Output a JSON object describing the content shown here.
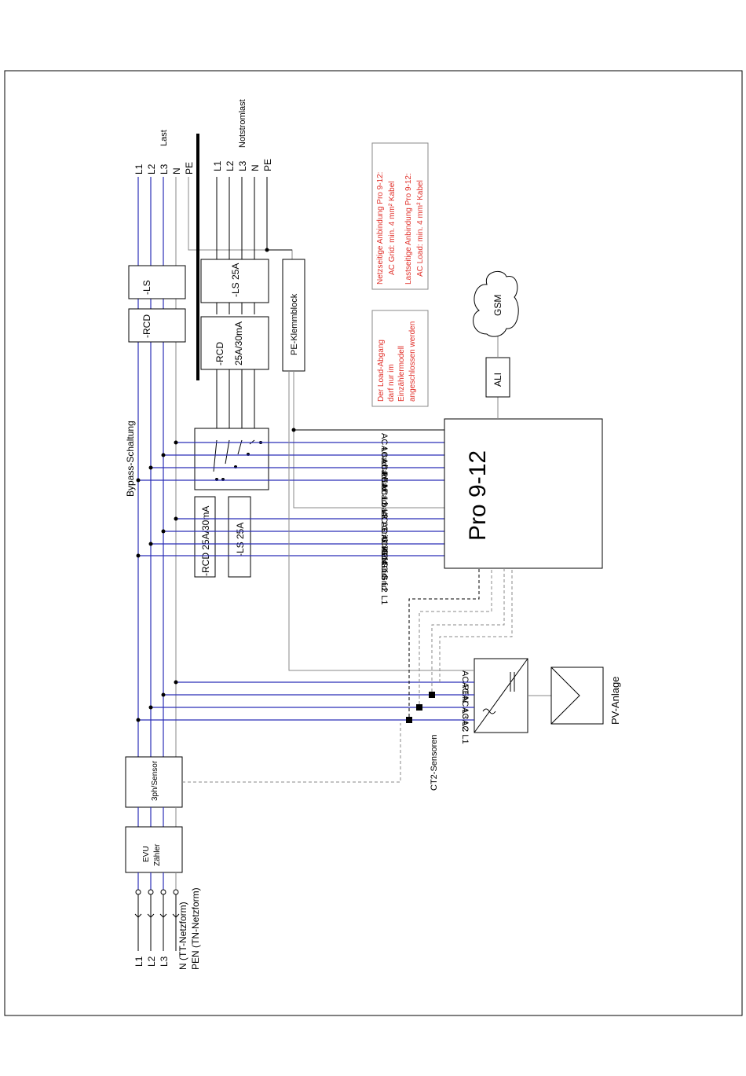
{
  "main_label": "Pro 9-12",
  "bypass_label": "Bypass-Schaltung",
  "last": {
    "title": "Last",
    "lines": [
      "L1",
      "L2",
      "L3",
      "N",
      "PE"
    ]
  },
  "notstrom": {
    "title": "Notstromlast",
    "lines": [
      "L1",
      "L2",
      "L3",
      "N",
      "PE"
    ]
  },
  "grid_inputs": [
    "L1",
    "L2",
    "L3",
    "N (TT-Netzform)",
    "PEN (TN-Netzform)"
  ],
  "boxes": {
    "ls": "-LS",
    "rcd": "-RCD",
    "ls25a_top": "-LS 25A",
    "rcd_top_1": "-RCD",
    "rcd_top_2": "25A/30mA",
    "pe_klemmblock": "PE-Klemmblock",
    "rcd_grid": "-RCD 25A/30mA",
    "ls25a_grid": "-LS 25A",
    "sensor": "3ph/Sensor",
    "evu_1": "EVU",
    "evu_2": "Zähler",
    "ali": "ALI",
    "gsm": "GSM"
  },
  "ac_load": [
    "AC Load: PE",
    "AC Load: N",
    "AC Load: L3",
    "AC Load: L2",
    "AC Load: L1"
  ],
  "ac_grid": [
    "AC Grid: PE",
    "AC Grid: N",
    "AC Grid: L3",
    "AC Grid: L2",
    "AC Grid: L1"
  ],
  "inverter_ports": [
    "AC PE",
    "AC N",
    "AC L3",
    "AC L2",
    "AC L1"
  ],
  "ct_label": "CT2-Sensoren",
  "pv_label": "PV-Anlage",
  "note_1": [
    "Netzseitige Anbindung Pro 9-12:",
    "AC Grid: min. 4 mm² Kabel",
    "Lastseitige Anbindung Pro 9-12:",
    "AC Load: min. 4 mm² Kabel"
  ],
  "note_2": [
    "Der Load-Abgang",
    "darf nur im",
    "Einzählermodell",
    "angeschlossen werden"
  ],
  "colors": {
    "phase": "#2b2fb8",
    "neutral_pe": "#8a8a8a",
    "note_text": "#e0302a",
    "note_border": "#8a8a8a"
  }
}
